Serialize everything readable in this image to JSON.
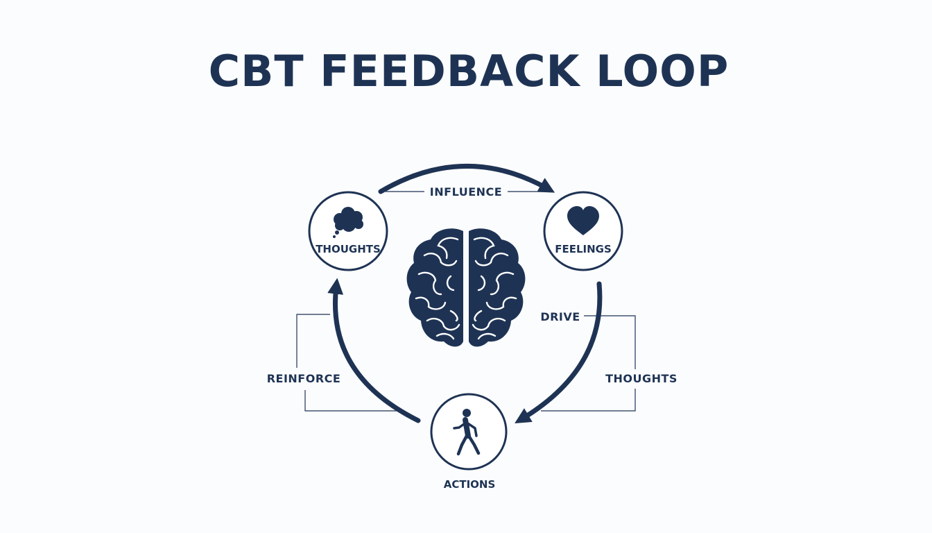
{
  "title": "CBT FEEDBACK LOOP",
  "colors": {
    "primary": "#1e3354",
    "background": "#fbfcfd",
    "circle_fill": "#ffffff"
  },
  "nodes": {
    "thoughts": {
      "label": "THOUGHTS",
      "icon": "thought-cloud-icon"
    },
    "feelings": {
      "label": "FEELINGS",
      "icon": "heart-icon"
    },
    "actions": {
      "label": "ACTIONS",
      "icon": "walking-person-icon"
    }
  },
  "center_icon": "brain-icon",
  "edges": {
    "influence": "INFLUENCE",
    "drive": "DRIVE",
    "drive_thoughts": "THOUGHTS",
    "reinforce": "REINFORCE"
  }
}
